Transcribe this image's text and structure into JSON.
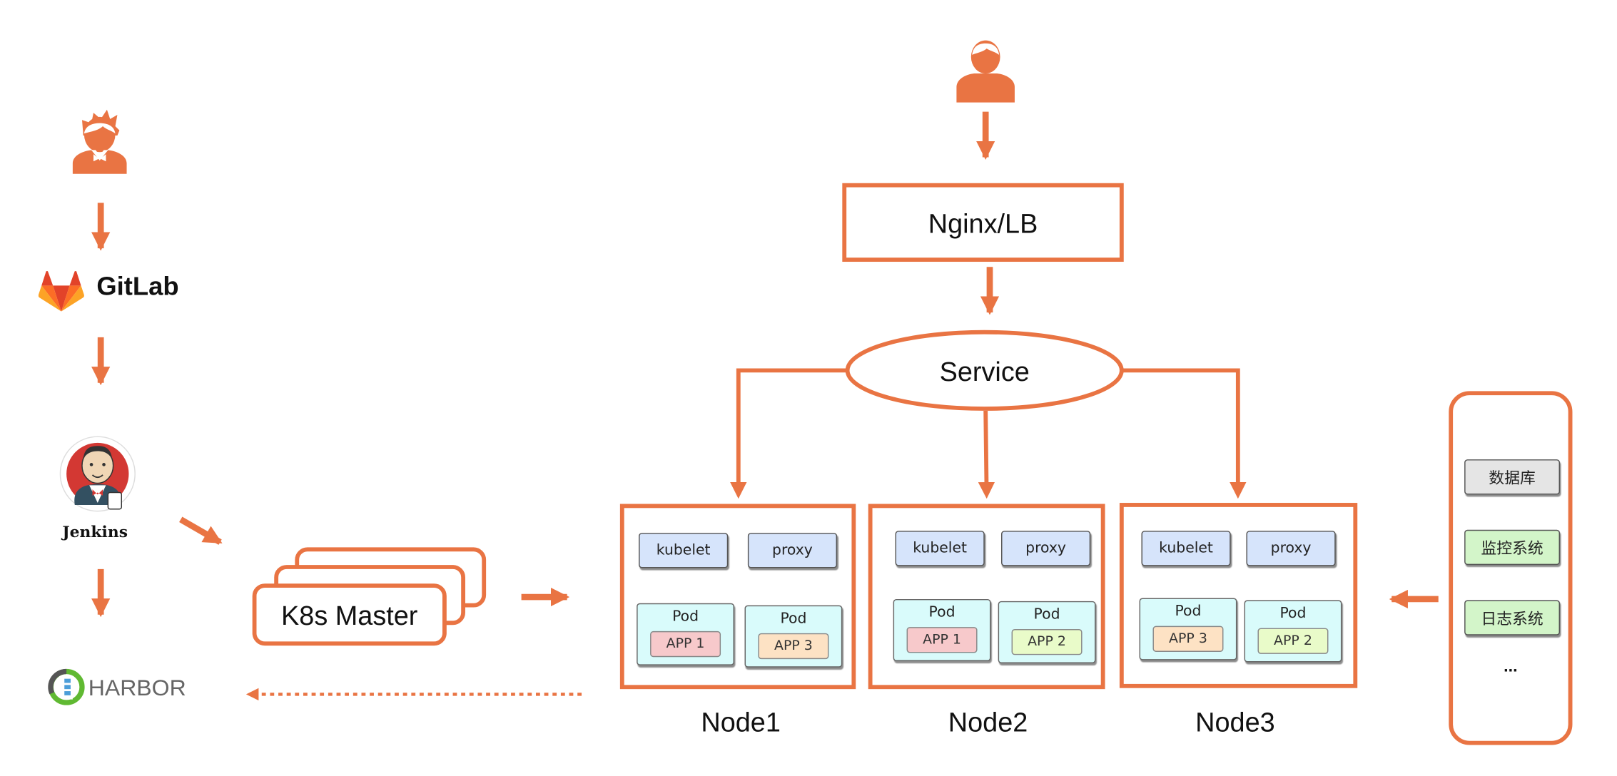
{
  "colors": {
    "accent": "#e97443",
    "gitlab_dark": "#e24329",
    "gitlab_mid": "#fc6d26",
    "gitlab_light": "#fca326",
    "chip_blue": "#d6e4fb",
    "pod_cyan": "#d9fbfb",
    "app1_red": "#f7c9cb",
    "app3_peach": "#fde2c4",
    "app2_lime": "#e9fbc9",
    "db_grey": "#e5e5e5",
    "sys_green": "#d3f5c9"
  },
  "icons": {
    "developer": "developer-icon",
    "user": "user-icon",
    "gitlab": "gitlab-logo",
    "jenkins": "jenkins-logo",
    "harbor": "harbor-logo"
  },
  "pipeline": {
    "gitlab_label": "GitLab",
    "jenkins_label": "Jenkins",
    "harbor_label": "HARBOR",
    "master_label": "K8s Master"
  },
  "traffic": {
    "lb_label": "Nginx/LB",
    "service_label": "Service"
  },
  "nodes": [
    {
      "label": "Node1",
      "kubelet": "kubelet",
      "proxy": "proxy",
      "pods": [
        {
          "title": "Pod",
          "app": "APP 1"
        },
        {
          "title": "Pod",
          "app": "APP 3"
        }
      ]
    },
    {
      "label": "Node2",
      "kubelet": "kubelet",
      "proxy": "proxy",
      "pods": [
        {
          "title": "Pod",
          "app": "APP 1"
        },
        {
          "title": "Pod",
          "app": "APP 2"
        }
      ]
    },
    {
      "label": "Node3",
      "kubelet": "kubelet",
      "proxy": "proxy",
      "pods": [
        {
          "title": "Pod",
          "app": "APP 3"
        },
        {
          "title": "Pod",
          "app": "APP 2"
        }
      ]
    }
  ],
  "services": {
    "items": [
      "数据库",
      "监控系统",
      "日志系统"
    ],
    "more": "..."
  }
}
